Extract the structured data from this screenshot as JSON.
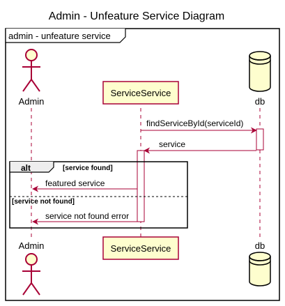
{
  "title": "Admin - Unfeature Service Diagram",
  "frame_label": "admin - unfeature service",
  "participants": {
    "admin": {
      "label": "Admin",
      "kind": "actor"
    },
    "service": {
      "label": "ServiceService",
      "kind": "participant"
    },
    "db": {
      "label": "db",
      "kind": "database"
    }
  },
  "messages": {
    "m1": "findServiceById(serviceId)",
    "m2": "service",
    "m3": "featured service",
    "m4": "service not found error"
  },
  "fragment": {
    "operator": "alt",
    "guard1": "[service found]",
    "guard2": "[service not found]"
  },
  "colors": {
    "participant_fill": "#FEFECE",
    "participant_border": "#A80036",
    "arrow": "#A80036",
    "lifeline": "#A80036"
  }
}
